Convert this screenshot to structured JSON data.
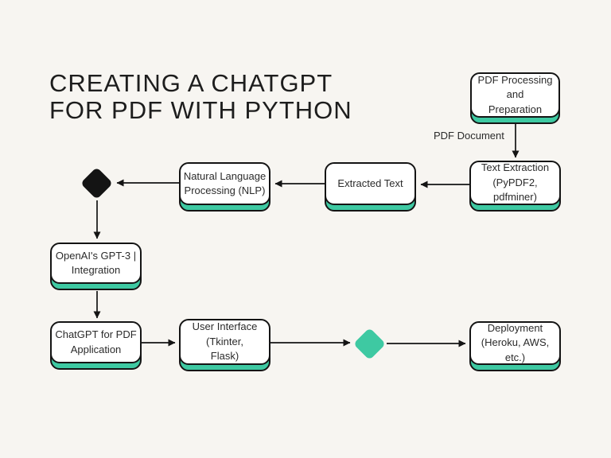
{
  "title": {
    "text": "CREATING A CHATGPT\nFOR PDF WITH PYTHON"
  },
  "edge_label": "PDF Document",
  "colors": {
    "background": "#F7F5F1",
    "accent": "#3EC9A2",
    "ink": "#141414",
    "text": "#2B2B2B"
  },
  "nodes": [
    {
      "id": "pdf-processing",
      "label": "PDF Processing\nand\nPreparation"
    },
    {
      "id": "text-extraction",
      "label": "Text Extraction\n(PyPDF2,\npdfminer)"
    },
    {
      "id": "extracted-text",
      "label": "Extracted Text"
    },
    {
      "id": "nlp",
      "label": "Natural Language\nProcessing (NLP)"
    },
    {
      "id": "openai-gpt3",
      "label": "OpenAI's GPT-3 |\nIntegration"
    },
    {
      "id": "chatgpt-for-pdf",
      "label": "ChatGPT for PDF\nApplication"
    },
    {
      "id": "user-interface",
      "label": "User Interface\n(Tkinter,\nFlask)"
    },
    {
      "id": "deployment",
      "label": "Deployment\n(Heroku, AWS,\netc.)"
    }
  ],
  "diamonds": [
    {
      "id": "decision-diamond-black",
      "color": "#141414"
    },
    {
      "id": "connector-diamond-teal",
      "color": "#3EC9A2"
    }
  ],
  "edges": [
    {
      "from": "pdf-processing",
      "to": "text-extraction",
      "label": "PDF Document",
      "direction": "down"
    },
    {
      "from": "text-extraction",
      "to": "extracted-text",
      "direction": "left"
    },
    {
      "from": "extracted-text",
      "to": "nlp",
      "direction": "left"
    },
    {
      "from": "nlp",
      "to": "decision-diamond-black",
      "direction": "left"
    },
    {
      "from": "decision-diamond-black",
      "to": "openai-gpt3",
      "direction": "down"
    },
    {
      "from": "openai-gpt3",
      "to": "chatgpt-for-pdf",
      "direction": "down"
    },
    {
      "from": "chatgpt-for-pdf",
      "to": "user-interface",
      "direction": "right"
    },
    {
      "from": "user-interface",
      "to": "connector-diamond-teal",
      "direction": "right"
    },
    {
      "from": "connector-diamond-teal",
      "to": "deployment",
      "direction": "right"
    }
  ]
}
